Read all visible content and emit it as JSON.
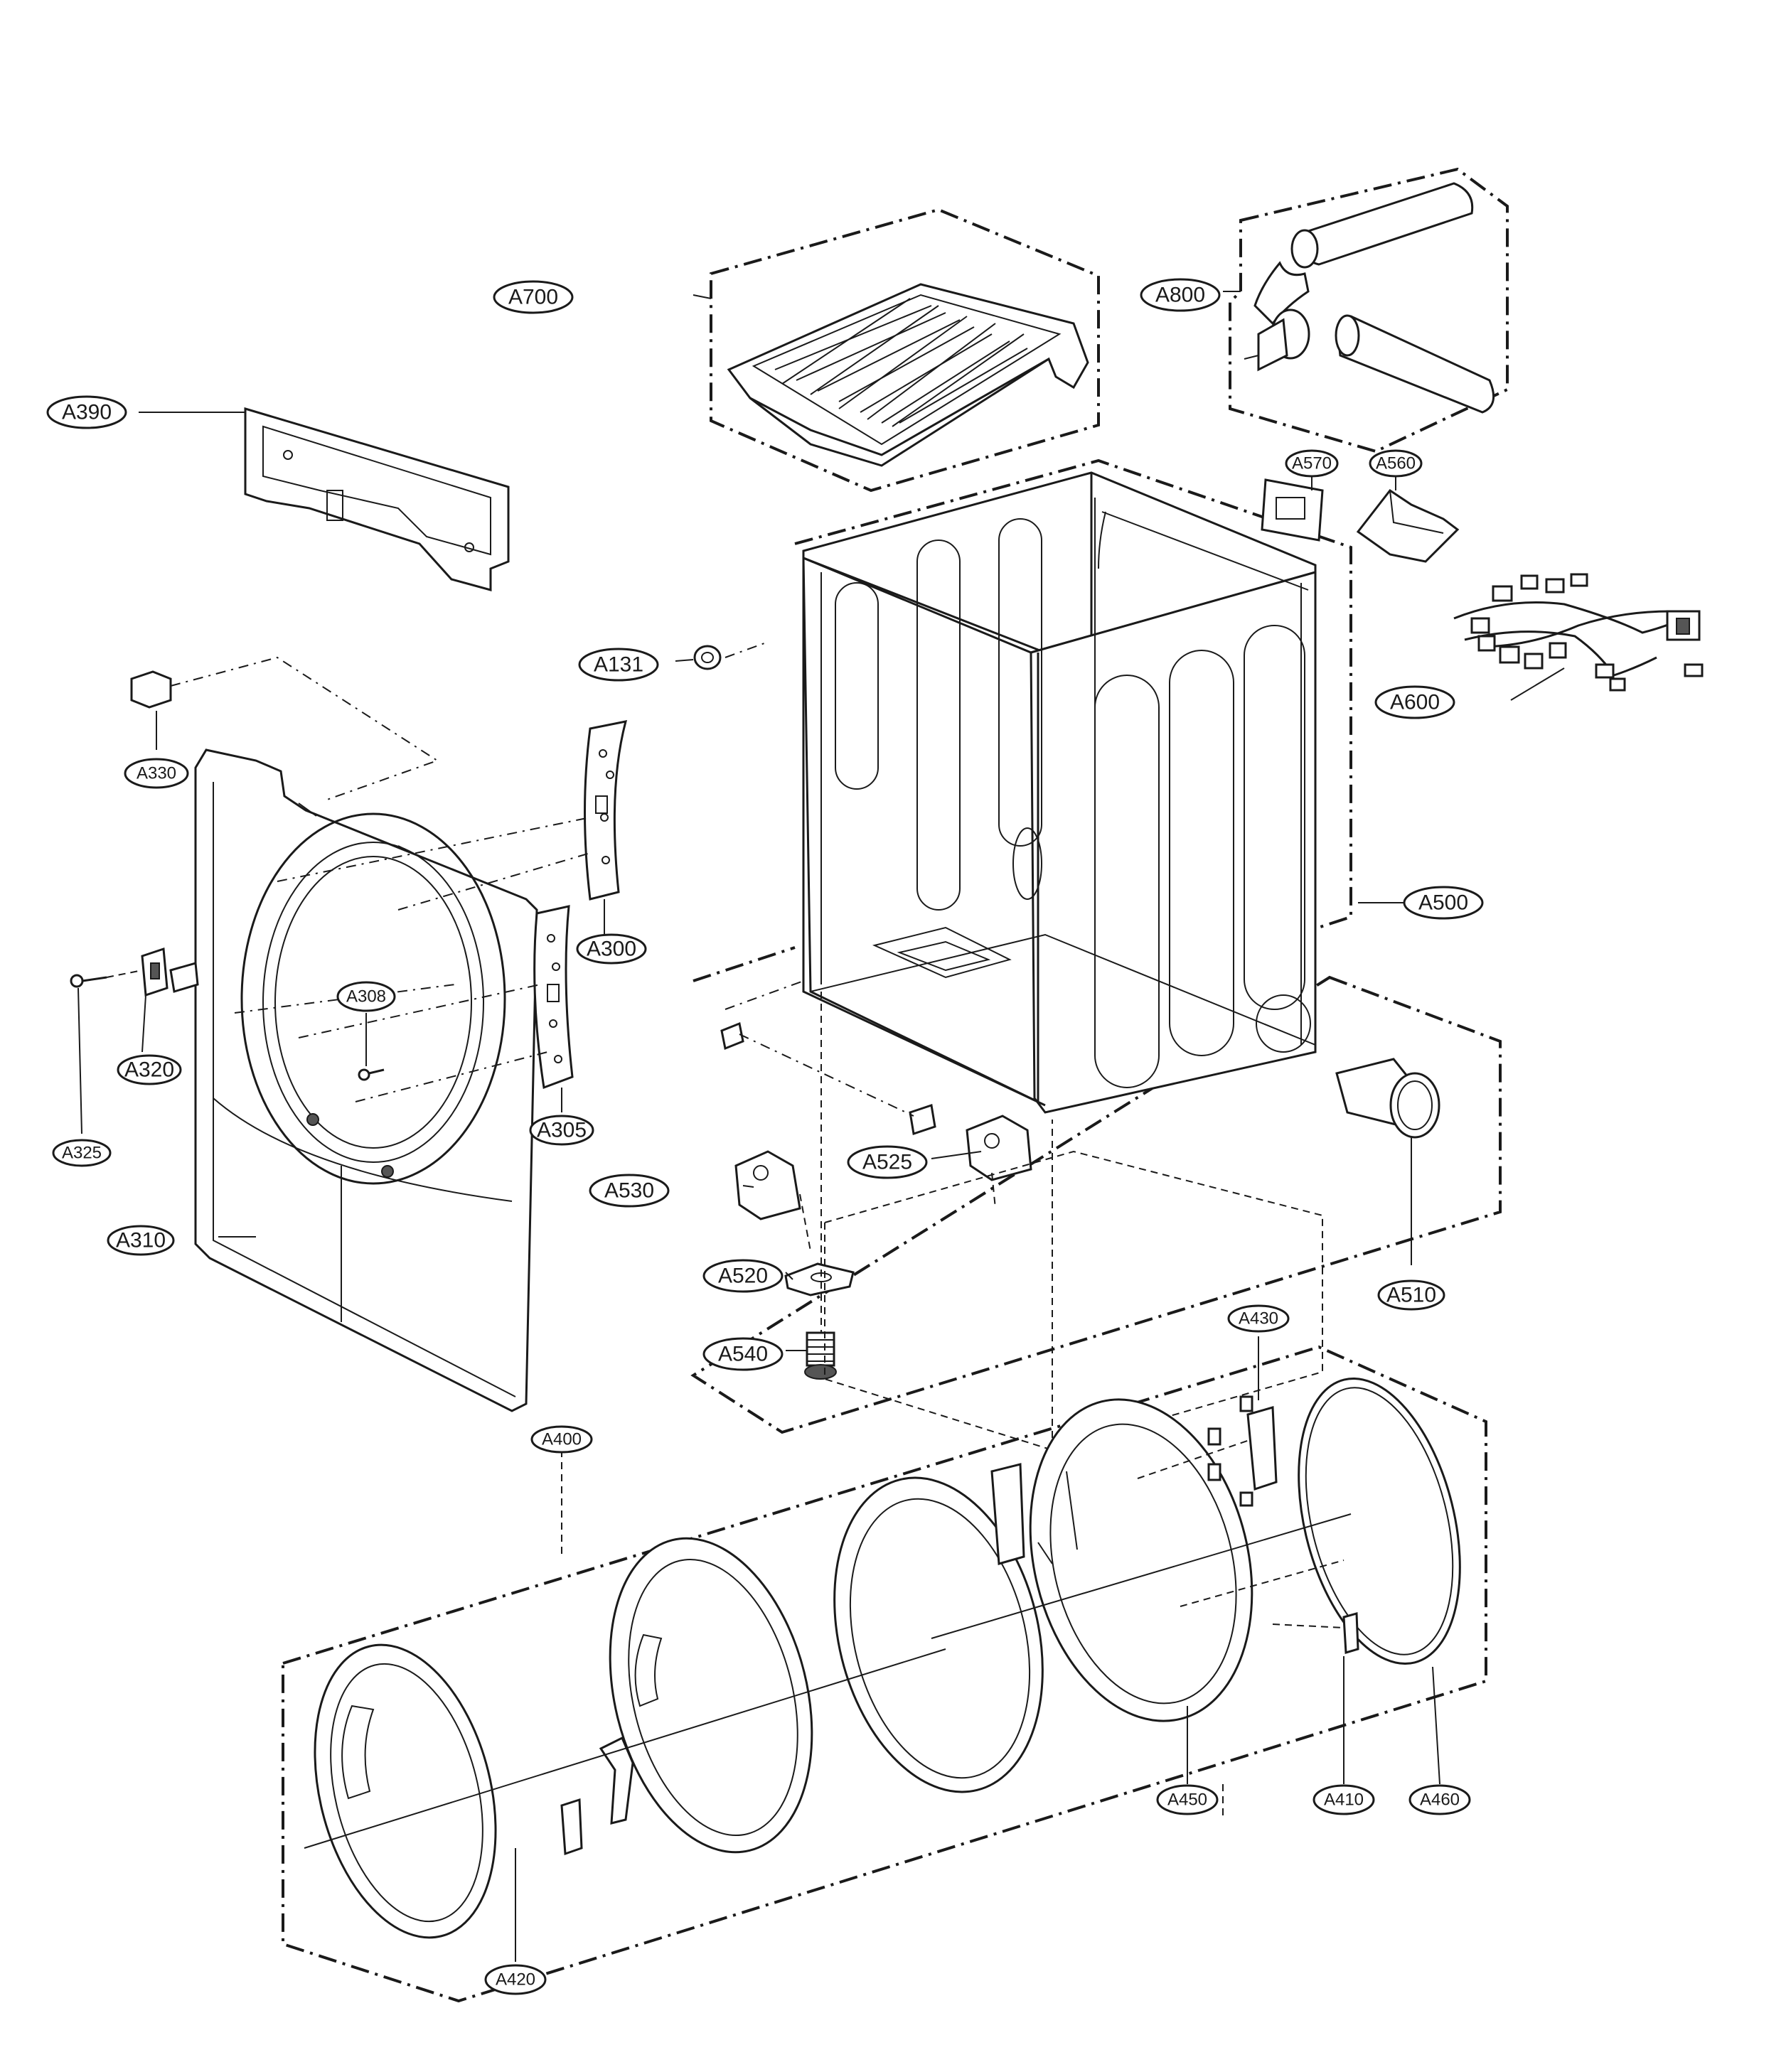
{
  "labels": {
    "A700": "A700",
    "A800": "A800",
    "A390": "A390",
    "A570": "A570",
    "A560": "A560",
    "A131": "A131",
    "A600": "A600",
    "A330": "A330",
    "A300": "A300",
    "A308": "A308",
    "A320": "A320",
    "A305": "A305",
    "A325": "A325",
    "A500": "A500",
    "A525": "A525",
    "A530": "A530",
    "A310": "A310",
    "A520": "A520",
    "A510": "A510",
    "A540": "A540",
    "A430": "A430",
    "A400": "A400",
    "A450": "A450",
    "A410": "A410",
    "A460": "A460",
    "A420": "A420"
  }
}
